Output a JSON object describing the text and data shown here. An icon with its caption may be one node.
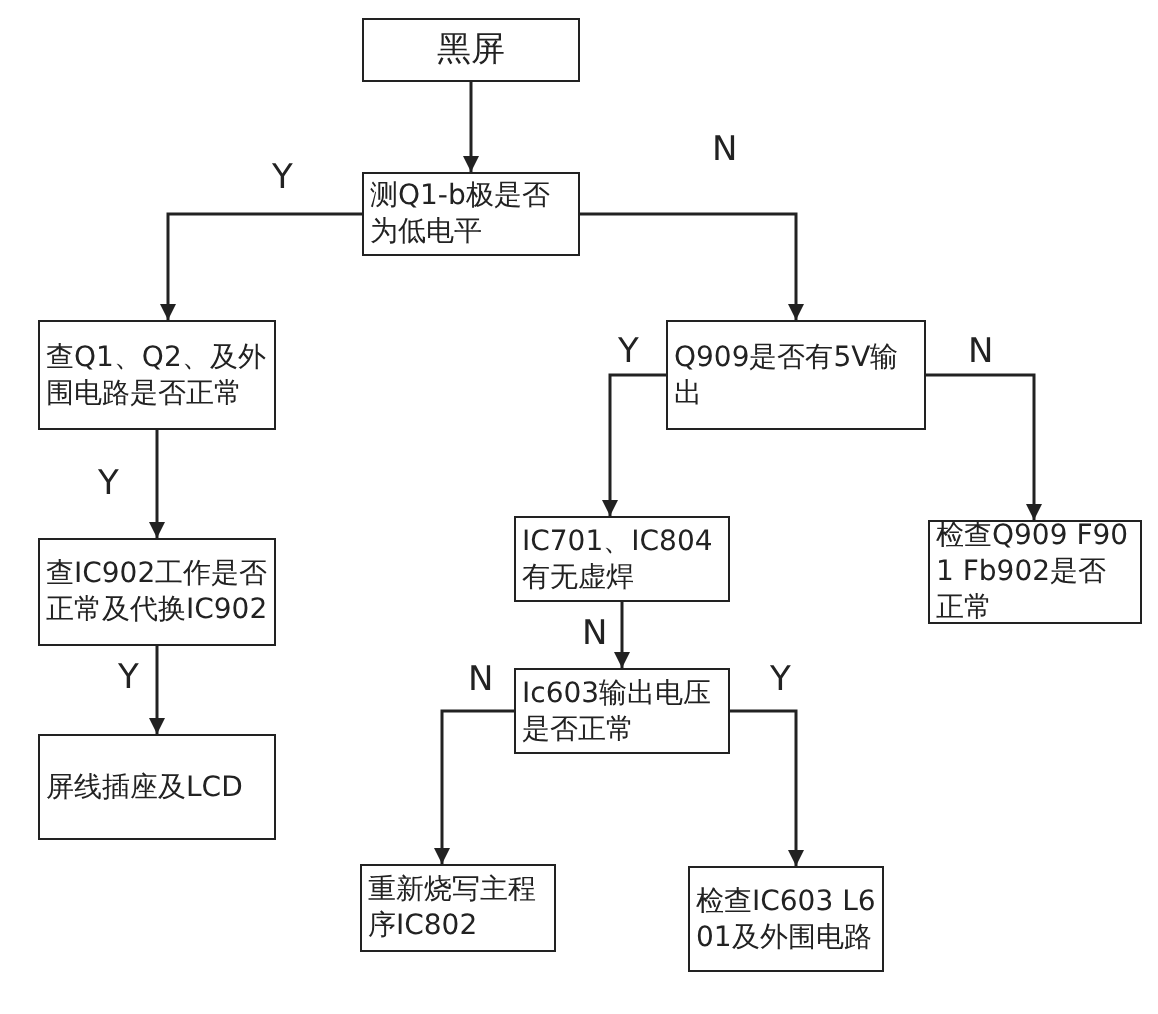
{
  "diagram": {
    "nodes": [
      {
        "text": [
          "黑屏"
        ]
      },
      {
        "text": [
          "测Q1-b极是否为低电平"
        ]
      },
      {
        "text": [
          "查Q1、Q2、及外围电路是否正常"
        ]
      },
      {
        "text": [
          "Q909是否有5V输出"
        ]
      },
      {
        "text": [
          "查IC902工作是否正常及代换IC902"
        ]
      },
      {
        "text": [
          "IC701、IC804有无虚焊"
        ]
      },
      {
        "text": [
          "检查Q909 F901 Fb902是否正常"
        ]
      },
      {
        "text": [
          "屏线插座及LCD"
        ]
      },
      {
        "text": [
          "Ic603输出电压是否正常"
        ]
      },
      {
        "text": [
          "重新烧写主程序IC802"
        ]
      },
      {
        "text": [
          "检查IC603 L601及外围电路"
        ]
      }
    ],
    "edges": [
      {
        "from": 0,
        "to": 1,
        "arrow": "to"
      },
      {
        "from": 1,
        "to": 2,
        "arrow": "to",
        "label": "Y"
      },
      {
        "from": 1,
        "to": 3,
        "arrow": "to",
        "label": "N"
      },
      {
        "from": 2,
        "to": 4,
        "arrow": "to",
        "label": "Y"
      },
      {
        "from": 3,
        "to": 5,
        "arrow": "to",
        "label": "Y"
      },
      {
        "from": 3,
        "to": 6,
        "arrow": "to",
        "label": "N"
      },
      {
        "from": 4,
        "to": 7,
        "arrow": "to",
        "label": "Y"
      },
      {
        "from": 5,
        "to": 8,
        "arrow": "to",
        "label": "N"
      },
      {
        "from": 8,
        "to": 9,
        "arrow": "to",
        "label": "N"
      },
      {
        "from": 8,
        "to": 10,
        "arrow": "to",
        "label": "Y"
      }
    ]
  }
}
